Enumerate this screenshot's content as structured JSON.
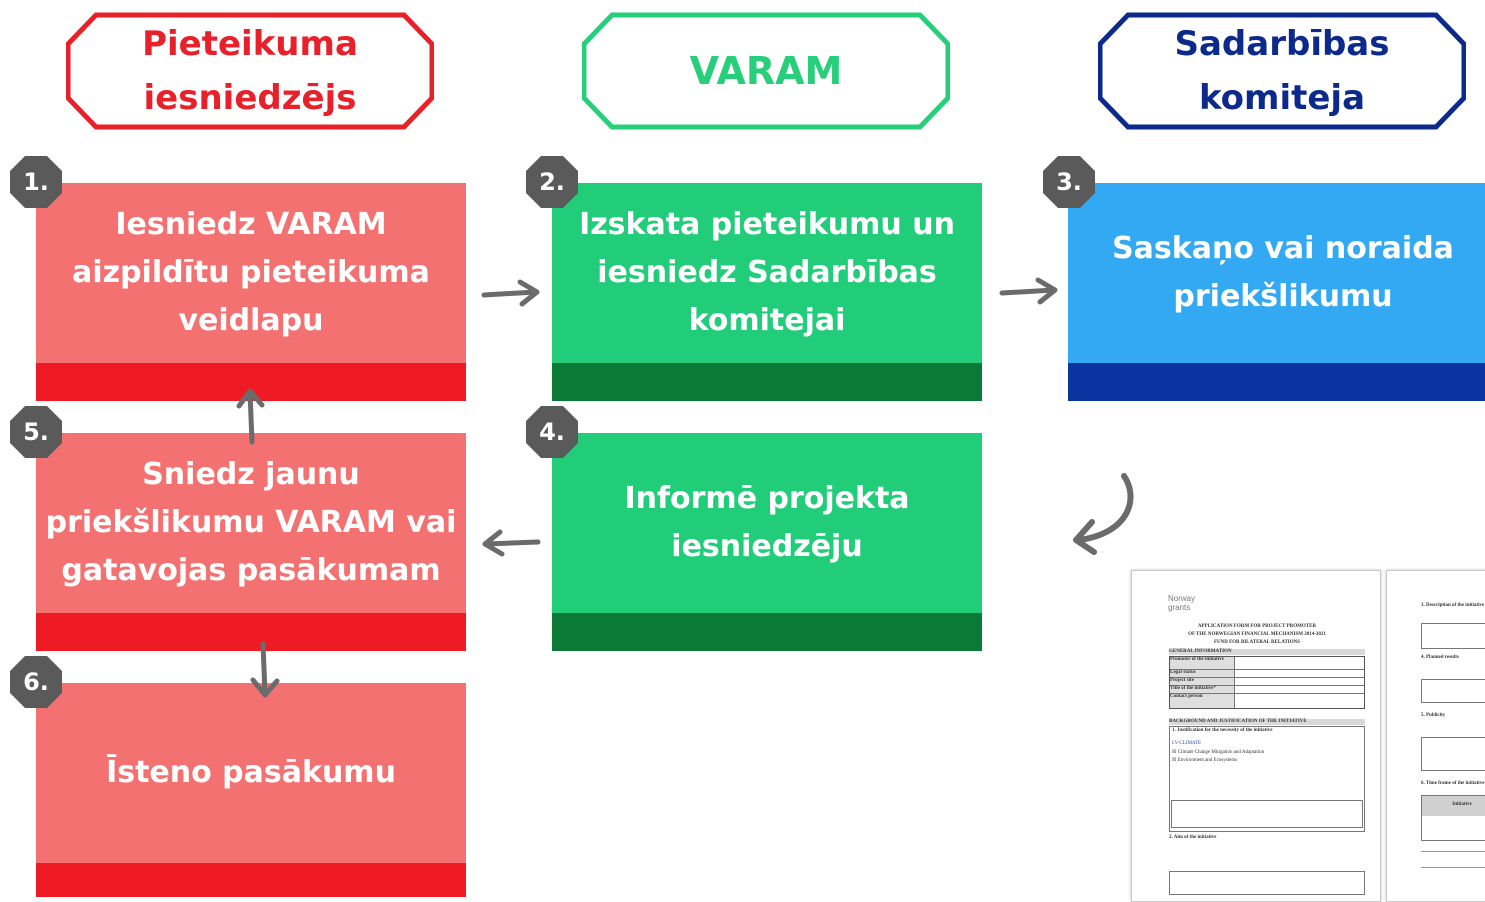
{
  "headers": {
    "applicant": "Pieteikuma\niesniedzējs",
    "varam": "VARAM",
    "committee": "Sadarbības\nkomiteja"
  },
  "steps": [
    {
      "num": "1.",
      "text": "Iesniedz VARAM\naizpildītu pieteikuma\nveidlapu"
    },
    {
      "num": "2.",
      "text": "Izskata pieteikumu un\niesniedz Sadarbības\nkomitejai"
    },
    {
      "num": "3.",
      "text": "Saskaņo vai noraida\npriekšlikumu"
    },
    {
      "num": "4.",
      "text": "Informē projekta\niesniedzēju"
    },
    {
      "num": "5.",
      "text": "Sniedz jaunu\npriekšlikumu VARAM vai\ngatavojas pasākumam"
    },
    {
      "num": "6.",
      "text": "Īsteno pasākumu"
    }
  ],
  "colors": {
    "red_header": "#e8202a",
    "green_header": "#27cf7b",
    "blue_header": "#0c2a8c",
    "red_card": "#f47171",
    "red_bar": "#ee1b24",
    "green_card": "#22cd7a",
    "green_bar": "#0b7a36",
    "blue_card": "#34a9f3",
    "blue_bar": "#0a34a0",
    "badge": "#5a5a5a",
    "arrow": "#6b6b6b"
  },
  "document": {
    "logo_text": "Norway\ngrants",
    "title_line1": "APPLICATION FORM FOR PROJECT PROMOTER",
    "title_line2": "OF THE NORWEGIAN FINANCIAL MECHANISM 2014-2021",
    "title_line3": "FUND FOR BILATERAL RELATIONS",
    "section_general": "GENERAL INFORMATION",
    "rows": [
      "Promoter of the initiative",
      "Legal status",
      "Project site",
      "Title of the initiative*",
      "Contact person"
    ],
    "section_background": "BACKGROUND AND JUSTIFICATION OF THE INITIATIVE",
    "q1": "1. Justification for the necessity of the initiative",
    "programme": "LV-CLIMATE",
    "option1": "Climate Change Mitigation and Adaptation",
    "option2": "Environment and Ecosystems",
    "q2": "2. Aim of the initiative",
    "p2_q3": "3. Description of the initiative",
    "p2_q4": "4. Planned results",
    "p2_q5": "5. Publicity",
    "p2_q6": "6. Time frame of the initiative",
    "p2_table_label": "Initiative"
  }
}
